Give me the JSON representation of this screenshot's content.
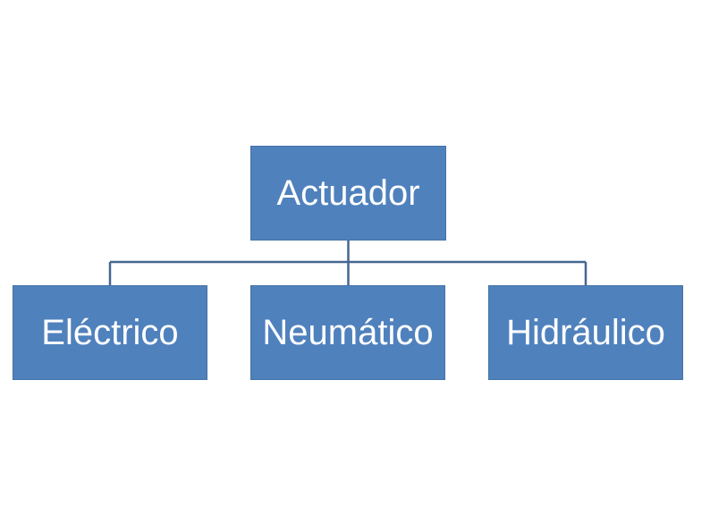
{
  "diagram": {
    "type": "org-chart",
    "root": {
      "label": "Actuador"
    },
    "children": [
      {
        "label": "Eléctrico"
      },
      {
        "label": "Neumático"
      },
      {
        "label": "Hidráulico"
      }
    ],
    "colors": {
      "box_fill": "#4f81bd",
      "box_border": "#4273a5",
      "connector": "#44678f",
      "text": "#ffffff",
      "background": "#ffffff"
    }
  }
}
